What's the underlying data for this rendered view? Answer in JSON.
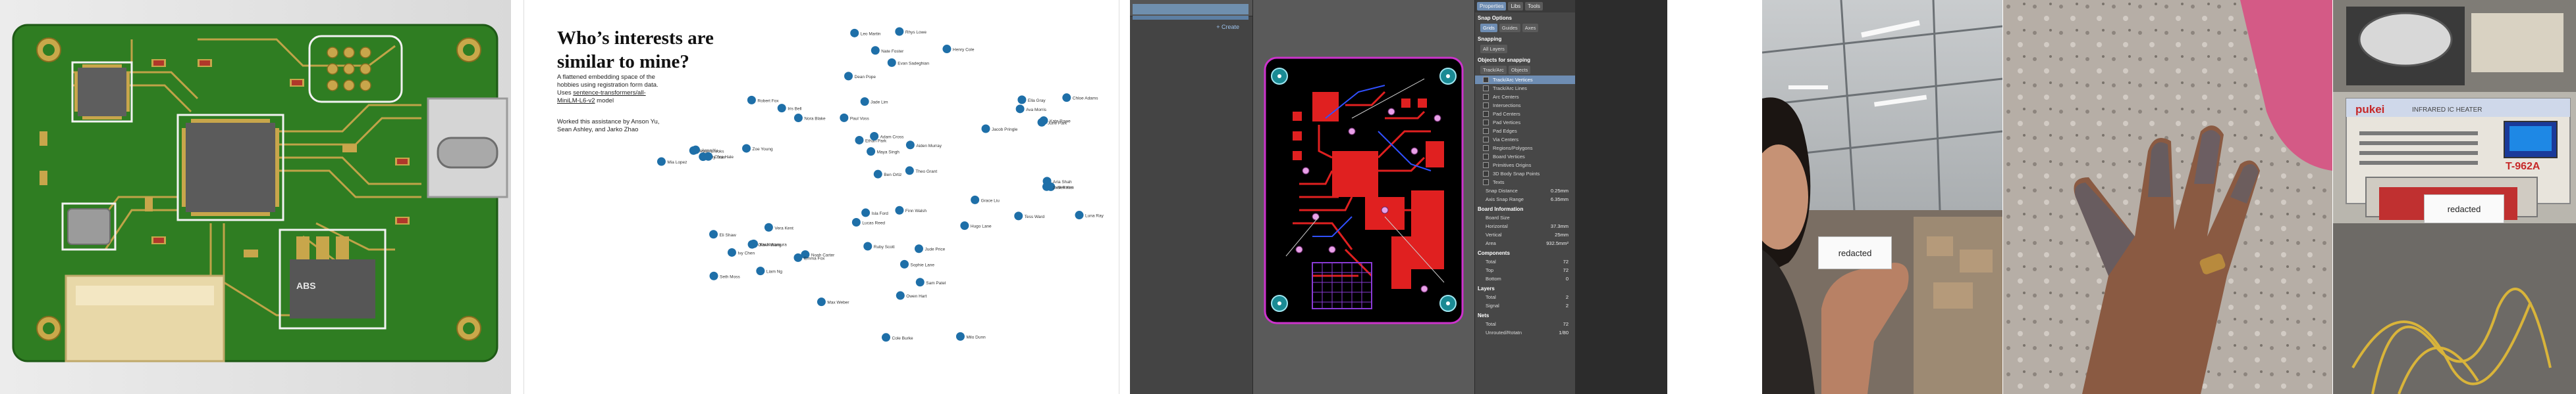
{
  "panels": {
    "pcb_render": {
      "ic_label": "ABS",
      "board_color": "#2f7d22",
      "trace_color": "#c8a64b"
    },
    "embedding": {
      "title": "Who’s interests are similar to mine?",
      "desc_1": "A flattened embedding space of the hobbies using registration form data. Uses ",
      "desc_link": "sentence-transformers/all-MiniLM-L6-v2",
      "desc_2": " model",
      "credit": "Worked this assistance by Anson Yu, Sean Ashley, and Jarko Zhao",
      "dot_color": "#1e6fa8",
      "names": [
        "Evan Sadeghian",
        "Robert Fox",
        "Aiden Murray",
        "Jacob Pringle",
        "Oliver Wang",
        "Noah Carter",
        "Grace Liu",
        "Alex Kim",
        "Sam Patel",
        "Ryan Brooks",
        "Leo Martin",
        "Maya Singh",
        "Ethan Park",
        "Chloe Adams",
        "Ivy Chen",
        "Lucas Reed",
        "Sophie Lane",
        "Jack Rossi",
        "Owen Hart",
        "Mia Lopez",
        "Nate Foster",
        "Zoe Young",
        "Ben Ortiz",
        "Ella Gray",
        "Kai Nakamura",
        "Ruby Scott",
        "Finn Walsh",
        "Aria Shah",
        "Max Weber",
        "Lily Tran",
        "Henry Cole",
        "Nora Blake",
        "Theo Grant",
        "Ava Morris",
        "Eli Shaw",
        "Isla Ford",
        "Jude Price",
        "Luna Ray",
        "Milo Dunn",
        "Cora Hale",
        "Rhys Lowe",
        "Iris Bell",
        "Adam Cross",
        "June Park",
        "Seth Moss",
        "Vera Kent",
        "Hugo Lane",
        "Tess Ward",
        "Cole Burke",
        "Anna Yu",
        "Dean Pope",
        "Jade Lim",
        "Paul Voss",
        "Kate Rowe",
        "Liam Ng",
        "Emma Fox"
      ]
    },
    "pcb_editor": {
      "create_label": "+ Create",
      "tabs": [
        "Properties",
        "Libs",
        "Tools"
      ],
      "snap_options_header": "Snap Options",
      "snap_buttons": [
        "Grids",
        "Guides",
        "Axes"
      ],
      "snapping_header": "Snapping",
      "all_layers": "All Layers",
      "objects_header": "Objects for snapping",
      "object_buttons": [
        "Track/Arc",
        "Objects"
      ],
      "layers": [
        "Track/Arc Vertices",
        "Track/Arc Lines",
        "Arc Centers",
        "Intersections",
        "Pad Centers",
        "Pad Vertices",
        "Pad Edges",
        "Via Centers",
        "Regions/Polygons",
        "Board Vertices",
        "Primitives Origins",
        "3D Body Snap Points",
        "Texts"
      ],
      "snap_distance_label": "Snap Distance",
      "snap_distance_value": "0.25mm",
      "axis_range_label": "Axis Snap Range",
      "axis_range_value": "6.35mm",
      "board_info_header": "Board Information",
      "board_size_label": "Board Size",
      "horizontal_label": "Horizontal",
      "horizontal_value": "37.3mm",
      "vertical_label": "Vertical",
      "vertical_value": "25mm",
      "area_label": "Area",
      "area_value": "932.5mm²",
      "components_header": "Components",
      "total_label": "Total",
      "total_value": "72",
      "top_label": "Top",
      "top_value": "72",
      "bottom_label": "Bottom",
      "bottom_value": "0",
      "layers_header": "Layers",
      "layers_total_label": "Total",
      "layers_total_value": "2",
      "signal_label": "Signal",
      "signal_value": "2",
      "nets_header": "Nets",
      "nets_total_label": "Total",
      "nets_total_value": "72",
      "unrouted_label": "Unrouted/Rotatn",
      "unrouted_value": "1/80"
    },
    "photo_selfie": {
      "redacted_label": "redacted"
    },
    "photo_hand": {},
    "photo_machine": {
      "brand": "pukei",
      "model": "T-962A",
      "machine_label": "INFRARED IC HEATER",
      "redacted_label": "redacted"
    }
  }
}
